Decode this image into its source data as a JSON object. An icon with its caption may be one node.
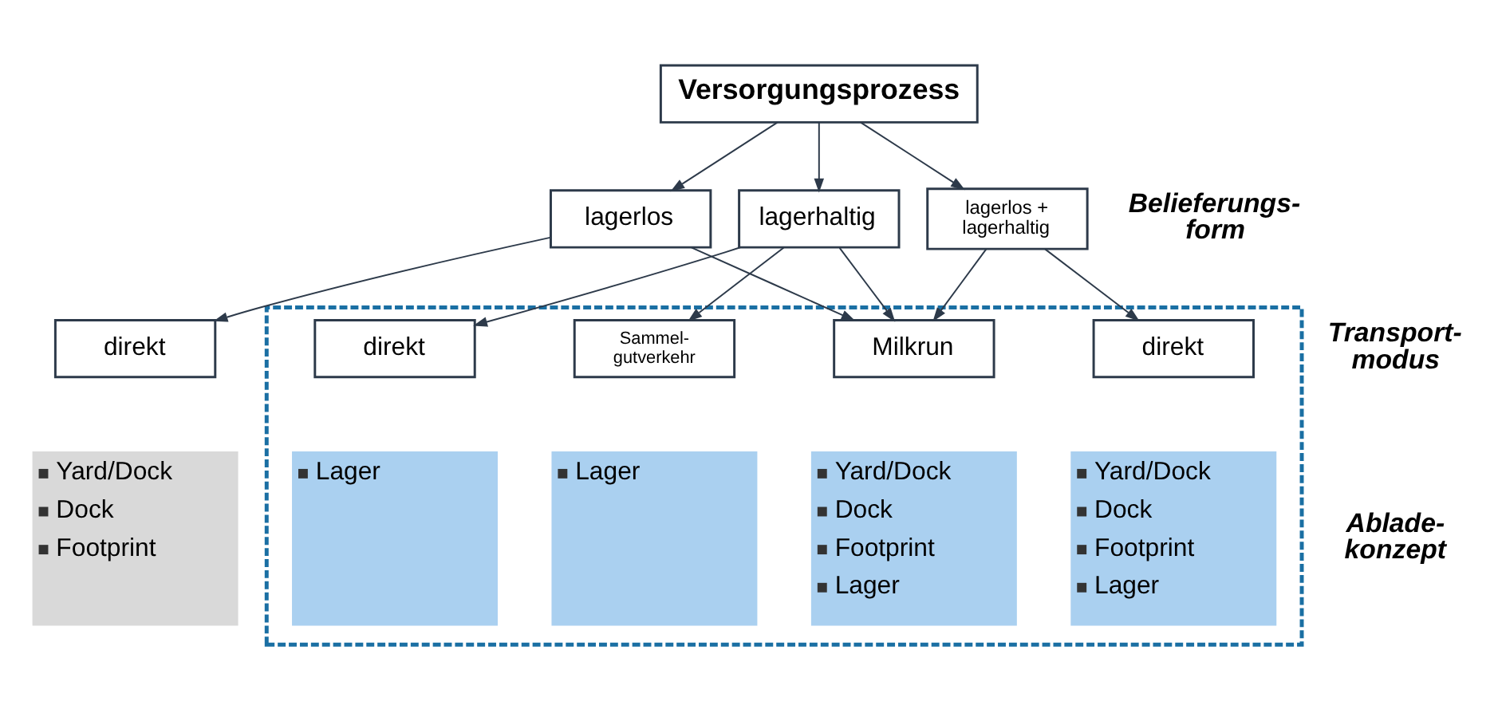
{
  "diagram": {
    "nodes": [
      {
        "text": [
          "Versorgungsprozess"
        ]
      },
      {
        "text": [
          "lagerlos"
        ]
      },
      {
        "text": [
          "lagerlos + lagerhaltig"
        ]
      },
      {
        "text": [
          "lagerhaltig"
        ]
      },
      {
        "text": [
          "direkt"
        ]
      },
      {
        "text": [],
        "shape": "box"
      },
      {
        "text": [
          "direkt"
        ],
        "in": 5
      },
      {
        "text": [
          "Milkrun"
        ],
        "in": 5
      },
      {
        "text": [
          "direkt"
        ],
        "in": 5
      },
      {
        "text": [
          "Sammel- gutverkehr"
        ],
        "in": 5
      },
      {
        "text": [
          "Yard/Dock",
          "Dock",
          "Footprint"
        ]
      },
      {
        "text": [
          "Yard/Dock",
          "Dock",
          "Footprint",
          "Lager"
        ],
        "in": 5
      },
      {
        "text": [
          "Yard/Dock",
          "Dock",
          "Footprint",
          "Lager"
        ],
        "in": 5
      },
      {
        "text": [
          "Lager"
        ],
        "in": 5
      },
      {
        "text": [
          "Lager"
        ],
        "in": 5
      }
    ],
    "edges": [
      {
        "from": 0,
        "to": 1,
        "arrow": "to"
      },
      {
        "from": 0,
        "to": 2,
        "arrow": "to"
      },
      {
        "from": 0,
        "to": 3,
        "arrow": "to"
      },
      {
        "from": 1,
        "to": 4,
        "arrow": "to"
      },
      {
        "from": 1,
        "to": 7,
        "arrow": "to"
      },
      {
        "from": 2,
        "to": 6,
        "arrow": "to"
      },
      {
        "from": 2,
        "to": 7,
        "arrow": "to"
      },
      {
        "from": 3,
        "to": 7,
        "arrow": "to"
      },
      {
        "from": 3,
        "to": 8,
        "arrow": "to"
      },
      {
        "from": 3,
        "to": 9,
        "arrow": "to"
      }
    ],
    "labels": [
      "Belieferungs- form",
      "Transport- modus",
      "Ablade- konzept"
    ]
  }
}
